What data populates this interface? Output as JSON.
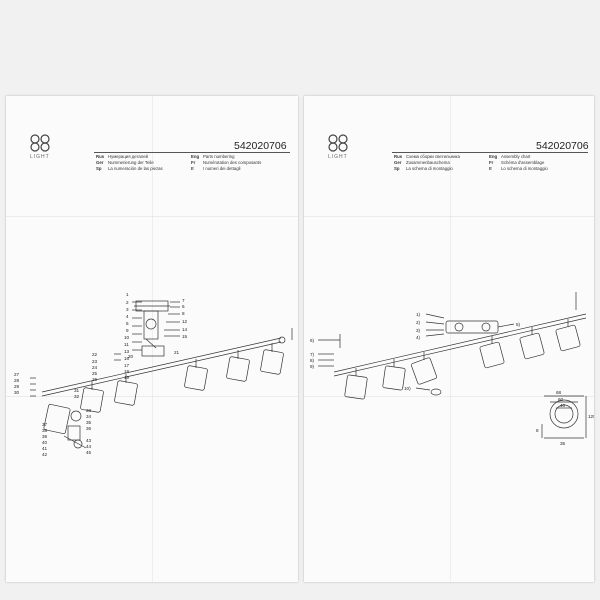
{
  "left_sheet": {
    "brand_text": "LIGHT",
    "model_code": "542020706",
    "legend": [
      [
        "Rus",
        "Нумерация деталей",
        "Eng",
        "Parts numbering"
      ],
      [
        "Ger",
        "Nummerierung der Teile",
        "Fr",
        "Numérotation des composants"
      ],
      [
        "Sp",
        "La numeración de las piezas",
        "It",
        "I numeri dei dettagli"
      ]
    ],
    "part_numbers": [
      "1",
      "2",
      "3",
      "4",
      "5",
      "6",
      "7",
      "8",
      "9",
      "10",
      "11",
      "12",
      "13",
      "14",
      "15",
      "16",
      "17",
      "18",
      "19",
      "20",
      "21",
      "22",
      "23",
      "24",
      "25",
      "26",
      "27",
      "28",
      "29",
      "30",
      "31",
      "32",
      "33",
      "34",
      "35",
      "36",
      "37",
      "38",
      "39",
      "40",
      "41",
      "42",
      "43",
      "44",
      "45"
    ]
  },
  "right_sheet": {
    "brand_text": "LIGHT",
    "model_code": "542020706",
    "legend": [
      [
        "Rus",
        "Схема сборки светильника",
        "Eng",
        "Assembly chart"
      ],
      [
        "Ger",
        "Zusammenbauschema",
        "Fr",
        "Schéma d'assemblage"
      ],
      [
        "Sp",
        "La schema di montaggio",
        "It",
        "Lo schema di montaggio"
      ]
    ],
    "step_labels": [
      "1)",
      "2)",
      "3)",
      "4)",
      "5)",
      "6)",
      "7)",
      "8)",
      "9)",
      "10)"
    ],
    "dimensions": [
      "68",
      "60",
      "40",
      "125",
      "8",
      "35"
    ]
  },
  "colors": {
    "line": "#333333",
    "paper": "#fbfbfb"
  }
}
